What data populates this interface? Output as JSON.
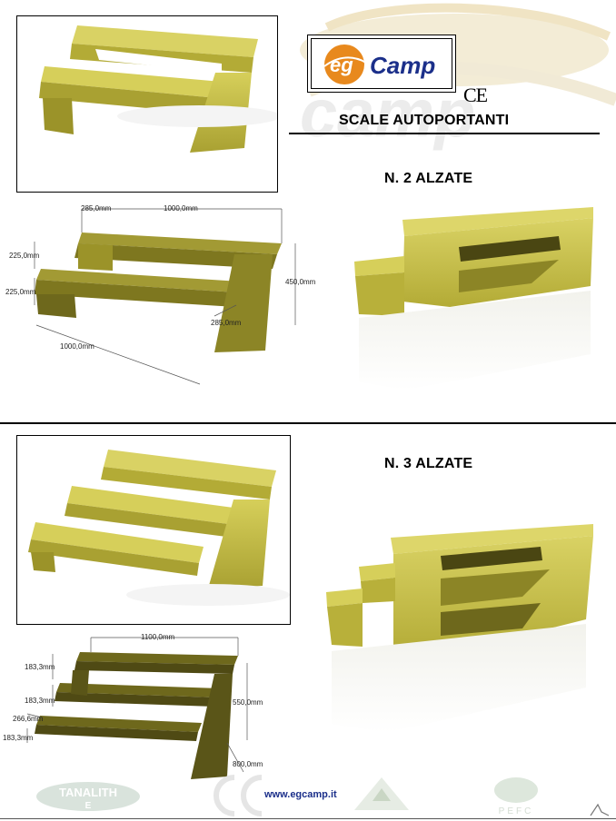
{
  "brand": {
    "logo_prefix": "eg",
    "logo_name": "Camp",
    "ce_mark": "CE",
    "watermark": "camp",
    "accent_orange": "#e8891d",
    "accent_blue": "#1b2f8a"
  },
  "page": {
    "title": "SCALE AUTOPORTANTI"
  },
  "section_two": {
    "heading": "N. 2 ALZATE",
    "dims": {
      "tread_depth": "285,0mm",
      "width_top": "1000,0mm",
      "rise_upper": "225,0mm",
      "rise_lower": "225,0mm",
      "total_height": "450,0mm",
      "tread_depth_lower": "285,0mm",
      "width_bottom": "1000,0mm"
    }
  },
  "section_three": {
    "heading": "N. 3 ALZATE",
    "dims": {
      "width_top": "1100,0mm",
      "rise_1": "183,3mm",
      "rise_2": "183,3mm",
      "depth_step": "266,6mm",
      "rise_3": "183,3mm",
      "total_height": "550,0mm",
      "depth_total": "800,0mm"
    }
  },
  "footer": {
    "website": "www.egcamp.it",
    "cert_tanalith": "TANALITH",
    "cert_tanalith_sub": "E",
    "cert_pefc": "PEFC"
  },
  "colors": {
    "wood_light": "#d6cf5a",
    "wood_mid": "#b8b03a",
    "wood_dark": "#8c8526",
    "wood_shadow": "#6e681c"
  }
}
